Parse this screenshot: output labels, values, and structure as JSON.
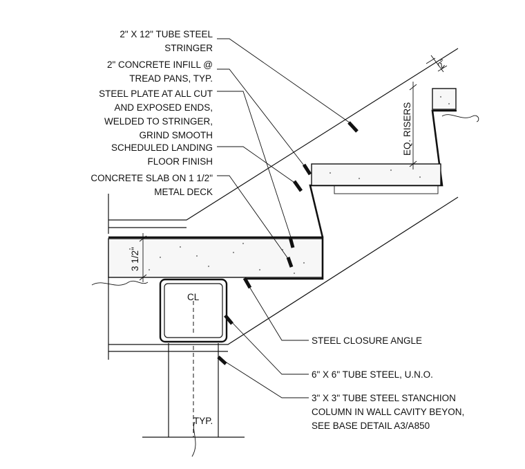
{
  "labels": {
    "stringer": [
      "2\" X 12\" TUBE STEEL",
      "STRINGER"
    ],
    "infill": [
      "2\" CONCRETE INFILL @",
      "TREAD PANS, TYP."
    ],
    "plate": [
      "STEEL PLATE AT ALL CUT",
      "AND EXPOSED ENDS,",
      "WELDED TO STRINGER,",
      "GRIND SMOOTH"
    ],
    "finish": [
      "SCHEDULED LANDING",
      "FLOOR FINISH"
    ],
    "slab": [
      "CONCRETE SLAB ON 1 1/2\"",
      "METAL DECK"
    ],
    "closure": "STEEL CLOSURE ANGLE",
    "tube": "6\" X 6\" TUBE STEEL, U.N.O.",
    "stanchion": [
      "3\" X 3\" TUBE STEEL STANCHION",
      "COLUMN IN WALL CAVITY BEYON,",
      "SEE BASE DETAIL A3/A850"
    ]
  },
  "dimensions": {
    "tread_depth": "2\"",
    "risers": "EQ. RISERS",
    "slab_depth": "3 1/2\"",
    "typical": "TYP.",
    "centerline": "CL"
  }
}
